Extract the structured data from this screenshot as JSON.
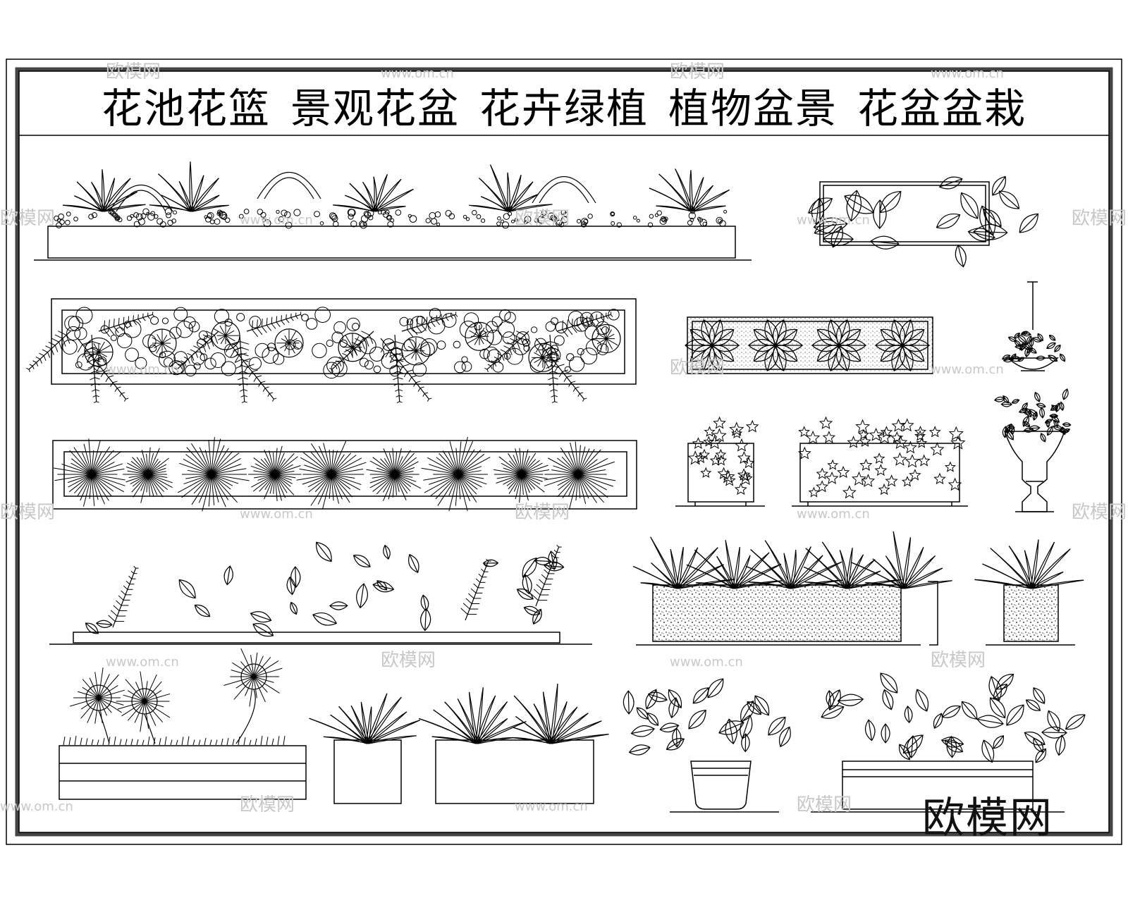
{
  "title": {
    "items": [
      "花池花篮",
      "景观花盆",
      "花卉绿植",
      "植物盆景",
      "花盆盆栽"
    ]
  },
  "logo": "欧模网",
  "watermark": {
    "brand": "欧模网",
    "url": "www.om.cn"
  }
}
